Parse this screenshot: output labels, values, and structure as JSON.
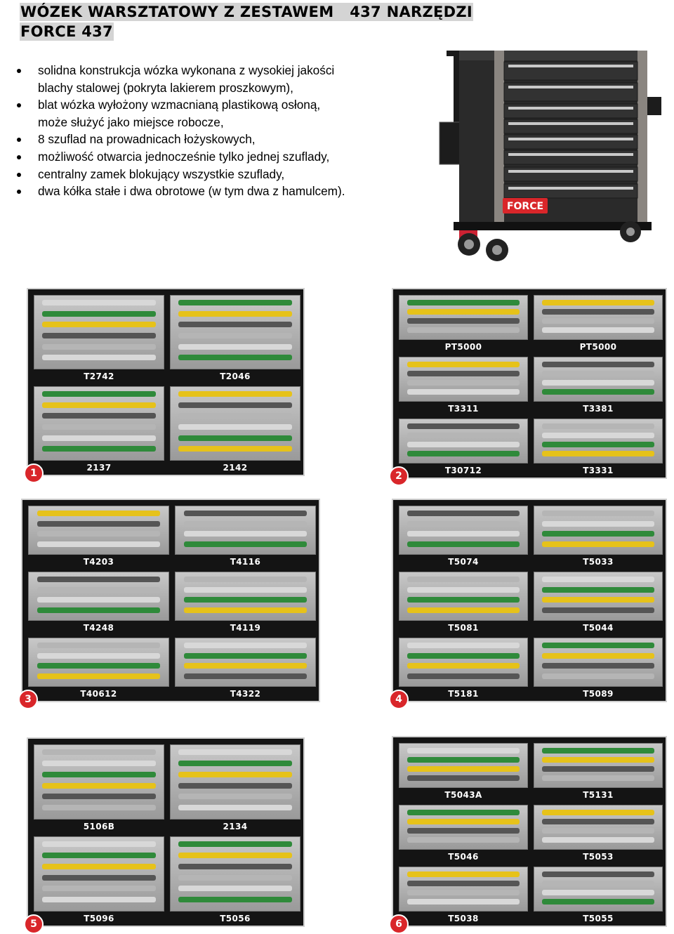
{
  "header": {
    "title_line1": "WÓZEK WARSZTATOWY Z ZESTAWEM   437 NARZĘDZI",
    "title_line2": "FORCE 437"
  },
  "features": [
    {
      "text": "solidna konstrukcja wózka wykonana z wysokiej jakości",
      "bullet": true
    },
    {
      "text": "blachy stalowej (pokryta lakierem proszkowym),",
      "bullet": false
    },
    {
      "text": "blat wózka wyłożony wzmacnianą plastikową osłoną,",
      "bullet": true
    },
    {
      "text": "może służyć jako miejsce robocze,",
      "bullet": false
    },
    {
      "text": "8 szuflad na prowadnicach łożyskowych,",
      "bullet": true
    },
    {
      "text": "możliwość otwarcia jednocześnie tylko jednej szuflady,",
      "bullet": true
    },
    {
      "text": "centralny zamek blokujący wszystkie szuflady,",
      "bullet": true
    },
    {
      "text": "dwa kółka stałe i dwa obrotowe (w tym dwa z hamulcem).",
      "bullet": true
    }
  ],
  "cart": {
    "logo_text": "FORCE",
    "accent_color": "#d9262a",
    "body_color": "#2a2a2a",
    "frame_color": "#8a8580"
  },
  "drawers": [
    {
      "number": "1",
      "rows": [
        [
          "T2742",
          "T2046"
        ],
        [
          "2137",
          "2142"
        ]
      ]
    },
    {
      "number": "2",
      "rows": [
        [
          "PT5000",
          "PT5000"
        ],
        [
          "T3311",
          "T3381"
        ],
        [
          "T30712",
          "T3331"
        ]
      ]
    },
    {
      "number": "3",
      "rows": [
        [
          "T4203",
          "T4116"
        ],
        [
          "T4248",
          "T4119"
        ],
        [
          "T40612",
          "T4322"
        ]
      ]
    },
    {
      "number": "4",
      "rows": [
        [
          "T5074",
          "T5033"
        ],
        [
          "T5081",
          "T5044"
        ],
        [
          "T5181",
          "T5089"
        ]
      ]
    },
    {
      "number": "5",
      "rows": [
        [
          "5106B",
          "2134"
        ],
        [
          "T5096",
          "T5056"
        ]
      ]
    },
    {
      "number": "6",
      "rows": [
        [
          "T5043A",
          "T5131"
        ],
        [
          "T5046",
          "T5053"
        ],
        [
          "T5038",
          "T5055"
        ]
      ]
    }
  ]
}
